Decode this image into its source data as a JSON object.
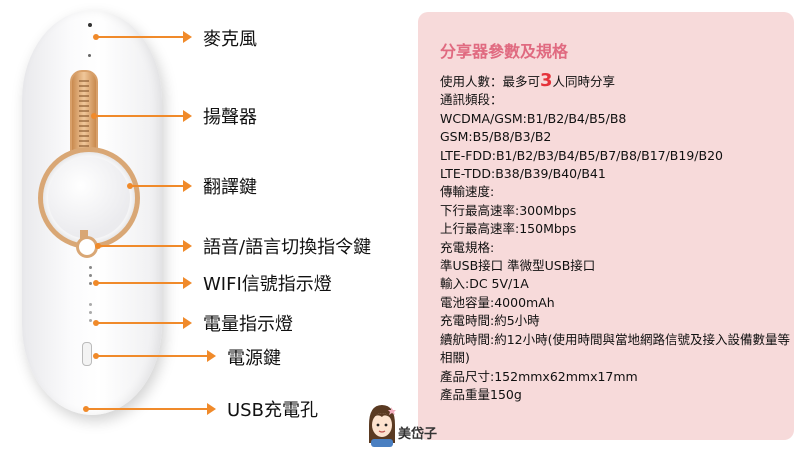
{
  "labels": {
    "mic": "麥克風",
    "speaker": "揚聲器",
    "translate": "翻譯鍵",
    "voice_switch": "語音/語言切換指令鍵",
    "wifi": "WIFI信號指示燈",
    "battery": "電量指示燈",
    "power": "電源鍵",
    "usb": "USB充電孔"
  },
  "specs": {
    "title": "分享器參數及規格",
    "users_prefix": "使用人數：最多可",
    "users_number": "3",
    "users_suffix": "人同時分享",
    "band_label": "通訊頻段：",
    "band_wcdma": "WCDMA/GSM:B1/B2/B4/B5/B8",
    "band_gsm": "GSM:B5/B8/B3/B2",
    "band_lte_fdd": "LTE-FDD:B1/B2/B3/B4/B5/B7/B8/B17/B19/B20",
    "band_lte_tdd": "LTE-TDD:B38/B39/B40/B41",
    "speed_label": "傳輸速度:",
    "download": "下行最高速率:300Mbps",
    "upload": "上行最高速率:150Mbps",
    "charge_label": "充電規格:",
    "usb_port": "準USB接口 準微型USB接口",
    "input": "輸入:DC 5V/1A",
    "battery": "電池容量:4000mAh",
    "charge_time": "充電時間:約5小時",
    "endurance": "續航時間:約12小時(使用時間與當地網路信號及接入設備數量等相關)",
    "size": "產品尺寸:152mmx62mmx17mm",
    "weight": "產品重量150g"
  },
  "watermark": {
    "text": "美岱子"
  },
  "colors": {
    "accent": "#f08a2a",
    "panel_bg": "#f7dada",
    "title": "#e06a80",
    "highlight": "#e5333b",
    "gold": "#d9a775"
  }
}
